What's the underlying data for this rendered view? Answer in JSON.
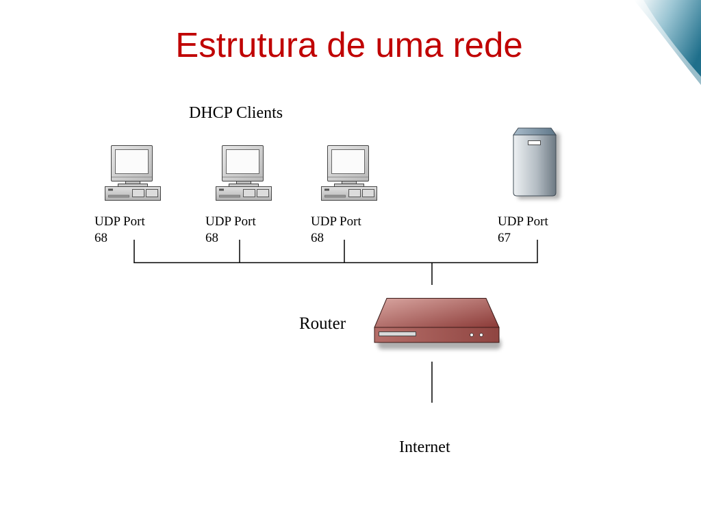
{
  "slide": {
    "title": "Estrutura de uma rede",
    "title_color": "#c00000",
    "accent_color": "#1f6f8b"
  },
  "diagram": {
    "clients_heading": "DHCP Clients",
    "clients": [
      {
        "icon": "computer-icon",
        "port_label": "UDP Port",
        "port_number": "68"
      },
      {
        "icon": "computer-icon",
        "port_label": "UDP Port",
        "port_number": "68"
      },
      {
        "icon": "computer-icon",
        "port_label": "UDP Port",
        "port_number": "68"
      }
    ],
    "server": {
      "icon": "server-icon",
      "port_label": "UDP Port",
      "port_number": "67"
    },
    "router": {
      "icon": "router-icon",
      "label": "Router",
      "color": "#8b3a37"
    },
    "internet_label": "Internet"
  }
}
